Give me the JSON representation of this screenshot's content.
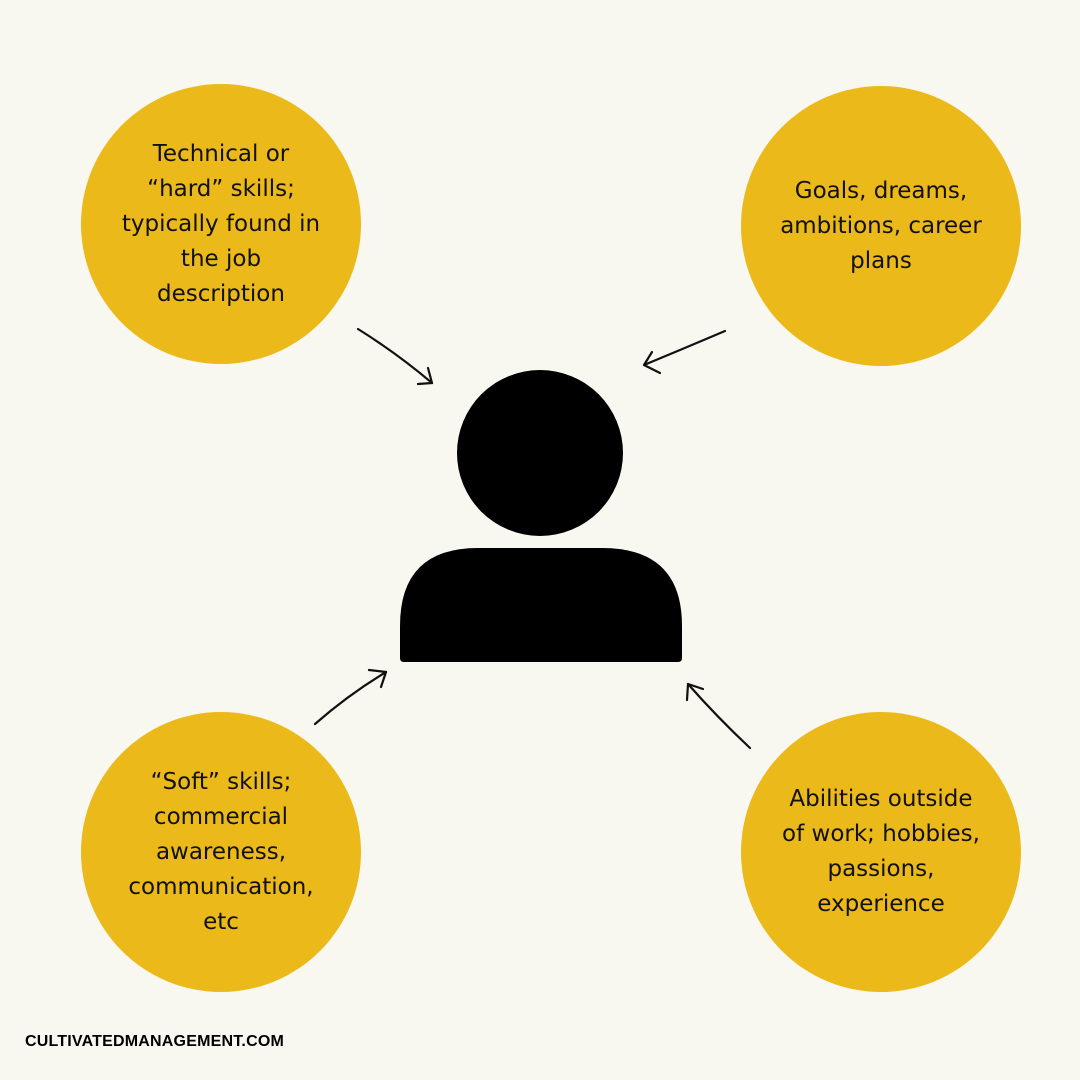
{
  "colors": {
    "background": "#f9f8f0",
    "bubble": "#ebb91a",
    "figure": "#000000",
    "text": "#111111"
  },
  "center": {
    "icon": "person-icon"
  },
  "bubbles": {
    "top_left": {
      "text": "Technical or\n“hard” skills;\ntypically found in\nthe job\ndescription"
    },
    "top_right": {
      "text": "Goals, dreams,\nambitions, career\nplans"
    },
    "bottom_left": {
      "text": "“Soft” skills;\ncommercial\nawareness,\ncommunication,\netc"
    },
    "bottom_right": {
      "text": "Abilities outside\nof work; hobbies,\npassions,\nexperience"
    }
  },
  "footer": {
    "text": "CULTIVATEDMANAGEMENT.COM"
  }
}
